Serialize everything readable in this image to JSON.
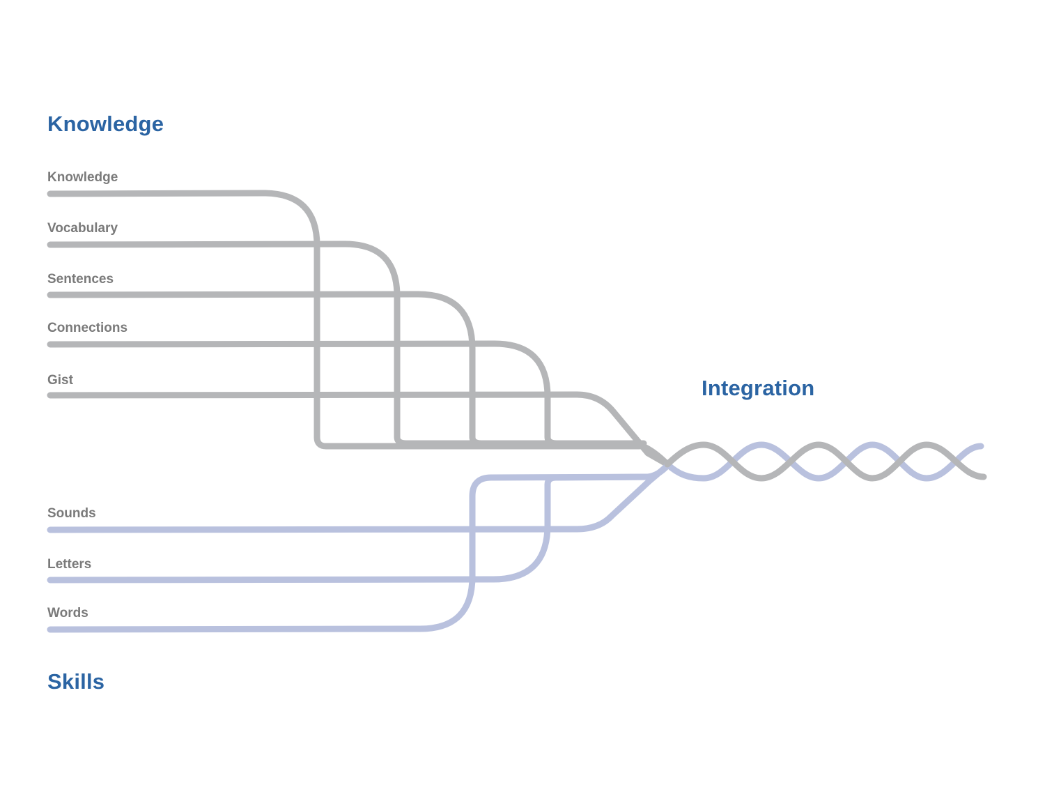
{
  "colors": {
    "title": "#2b64a3",
    "knowledge_strand": "#b5b6b8",
    "skills_strand": "#b9c1de",
    "label": "#7a7a7a"
  },
  "groups": {
    "knowledge": {
      "title": "Knowledge",
      "strands": [
        "Knowledge",
        "Vocabulary",
        "Sentences",
        "Connections",
        "Gist"
      ]
    },
    "integration": {
      "title": "Integration"
    },
    "skills": {
      "title": "Skills",
      "strands": [
        "Sounds",
        "Letters",
        "Words"
      ]
    }
  }
}
